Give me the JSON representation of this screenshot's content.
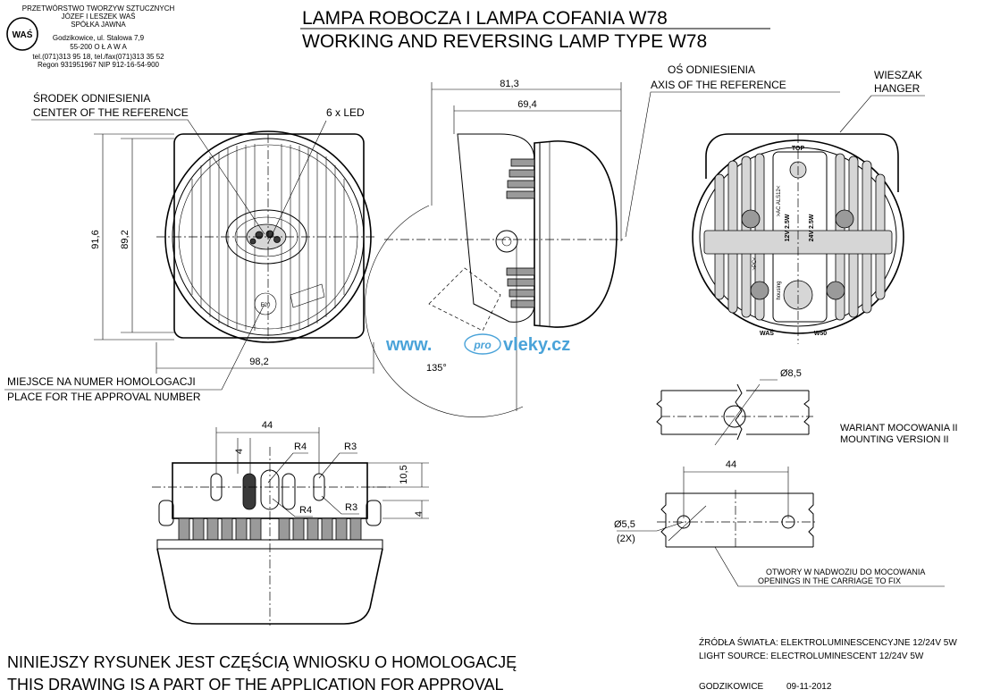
{
  "company": {
    "line1": "PRZETWÓRSTWO TWORZYW SZTUCZNYCH",
    "line2": "JÓZEF I LESZEK WAŚ",
    "line3": "SPÓŁKA JAWNA",
    "line4": "Godzikowice, ul. Stalowa 7,9",
    "line5": "55-200   O Ł A W A",
    "line6": "tel.(071)313 95 18, tel./fax(071)313 35 52",
    "line7": "Regon 931951967 NIP 912-16-54-900",
    "logo_text": "WAŚ"
  },
  "title": {
    "pl": "LAMPA ROBOCZA I LAMPA COFANIA W78",
    "en": "WORKING AND REVERSING LAMP TYPE W78"
  },
  "labels": {
    "center_pl": "ŚRODEK ODNIESIENIA",
    "center_en": "CENTER OF THE REFERENCE",
    "led": "6 x LED",
    "axis_pl": "OŚ ODNIESIENIA",
    "axis_en": "AXIS OF THE REFERENCE",
    "hanger_pl": "WIESZAK",
    "hanger_en": "HANGER",
    "approval_pl": "MIEJSCE NA NUMER HOMOLOGACJI",
    "approval_en": "PLACE FOR THE APPROVAL NUMBER",
    "mount_pl": "WARIANT MOCOWANIA II",
    "mount_en": "MOUNTING VERSION II",
    "openings_pl": "OTWORY W NADWOZIU DO MOCOWANIA",
    "openings_en": "OPENINGS IN THE CARRIAGE TO FIX",
    "angle": "135°",
    "top_mark": "TOP",
    "back_was": "WAŚ",
    "back_code": "W50",
    "back_12v": "12V 2.5W",
    "back_24v": "24V 2.5W",
    "back_ac": ">AC ALS12<",
    "back_pc": ">PC<",
    "back_housing": "housing"
  },
  "dimensions": {
    "d_81_3": "81,3",
    "d_69_4": "69,4",
    "d_91_6": "91,6",
    "d_89_2": "89,2",
    "d_98_2": "98,2",
    "d_44_top": "44",
    "d_4_a": "4",
    "d_r4_a": "R4",
    "d_r3_a": "R3",
    "d_10_5": "10,5",
    "d_r4_b": "R4",
    "d_r3_b": "R3",
    "d_4_b": "4",
    "d_phi_8_5": "Ø8,5",
    "d_44_right": "44",
    "d_phi_5_5": "Ø5,5",
    "d_2x": "(2X)"
  },
  "watermark": {
    "www": "www.",
    "pro": "pro",
    "site": "vleky.cz"
  },
  "footer": {
    "statement_pl": "NINIEJSZY RYSUNEK JEST CZĘŚCIĄ WNIOSKU O  HOMOLOGACJĘ",
    "statement_en": "THIS DRAWING IS A PART OF THE APPLICATION FOR  APPROVAL",
    "source_pl": "ŹRÓDŁA ŚWIATŁA: ELEKTROLUMINESCENCYJNE   12/24V  5W",
    "source_en": "LIGHT SOURCE: ELECTROLUMINESCENT   12/24V  5W",
    "place": "GODZIKOWICE",
    "date": "09-11-2012"
  }
}
